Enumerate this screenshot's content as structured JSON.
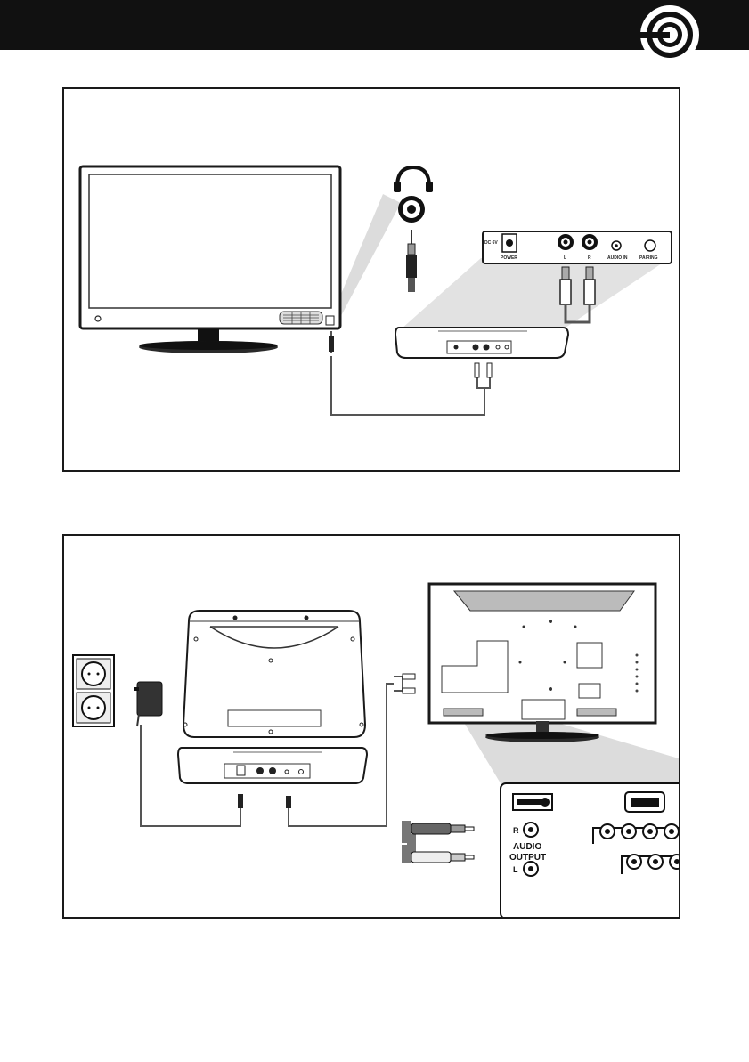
{
  "panel1": {
    "jack_panel": {
      "dc_label": "DC 6V",
      "power_label": "POWER",
      "left_label": "L",
      "right_label": "R",
      "audio_in_label": "AUDIO IN",
      "pairing_label": "PAIRING"
    }
  },
  "panel2": {
    "tv_output": {
      "r_label": "R",
      "audio_label": "AUDIO",
      "output_label": "OUTPUT",
      "l_label": "L"
    }
  },
  "colors": {
    "ink": "#1a1a1a",
    "beam": "#dcdcdc",
    "cable": "#555555",
    "header": "#111111"
  }
}
